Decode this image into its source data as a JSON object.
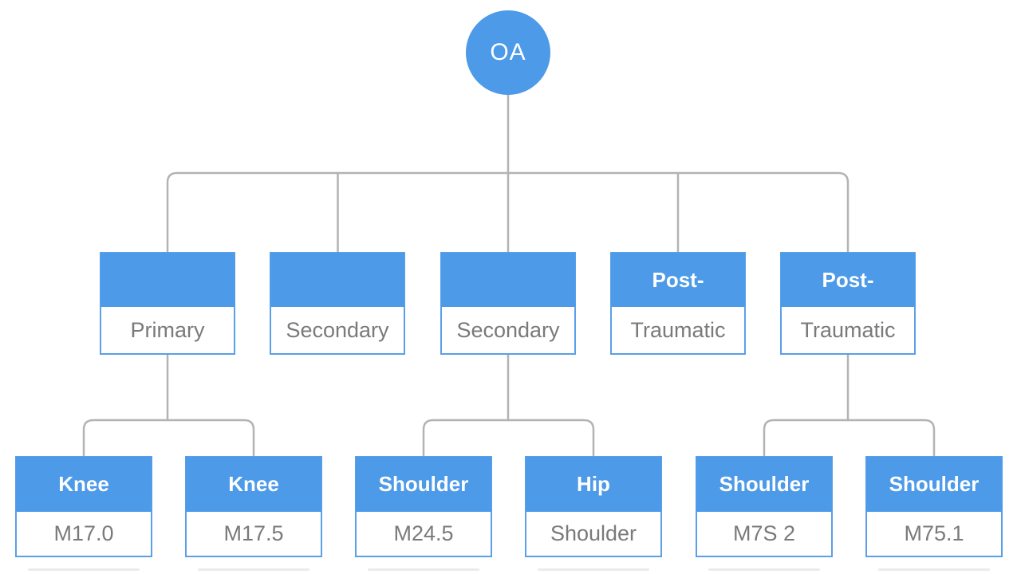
{
  "colors": {
    "node_fill": "#4d9ae8",
    "node_border": "#5aa0e8",
    "header_text": "#ffffff",
    "body_text": "#7a7a7a",
    "connector_line": "#b3b3b3",
    "background": "#ffffff"
  },
  "root": {
    "label": "OA"
  },
  "level2_nodes": [
    {
      "header": "",
      "body": "Primary"
    },
    {
      "header": "",
      "body": "Secondary"
    },
    {
      "header": "",
      "body": "Secondary"
    },
    {
      "header": "Post-",
      "body": "Traumatic"
    },
    {
      "header": "Post-",
      "body": "Traumatic"
    }
  ],
  "leaf_nodes": [
    {
      "header": "Knee",
      "body": "M17.0"
    },
    {
      "header": "Knee",
      "body": "M17.5"
    },
    {
      "header": "Shoulder",
      "body": "M24.5"
    },
    {
      "header": "Hip",
      "body": "Shoulder"
    },
    {
      "header": "Shoulder",
      "body": "M7S 2"
    },
    {
      "header": "Shoulder",
      "body": "M75.1"
    }
  ]
}
